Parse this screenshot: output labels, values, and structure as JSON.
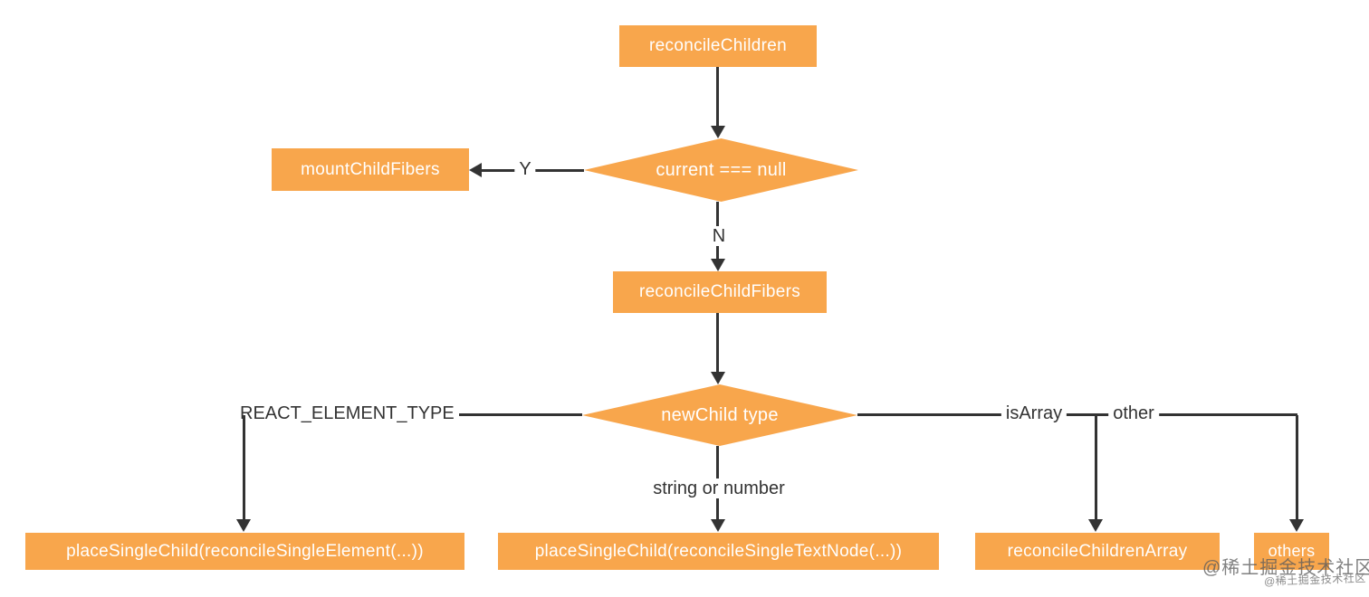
{
  "colors": {
    "node_fill": "#F8A64C",
    "node_text": "#FFFFFF",
    "connector": "#333333",
    "edge_label_text": "#333333",
    "background": "#FFFFFF",
    "watermark": "#8C8C8C"
  },
  "nodes": {
    "reconcile_children": "reconcileChildren",
    "current_null": "current === null",
    "mount_child_fibers": "mountChildFibers",
    "reconcile_child_fibers": "reconcileChildFibers",
    "new_child_type": "newChild type",
    "place_single_child_element": "placeSingleChild(reconcileSingleElement(...))",
    "place_single_child_textnode": "placeSingleChild(reconcileSingleTextNode(...))",
    "reconcile_children_array": "reconcileChildrenArray",
    "others": "others"
  },
  "edge_labels": {
    "yes": "Y",
    "no": "N",
    "react_element_type": "REACT_ELEMENT_TYPE",
    "string_or_number": "string or number",
    "is_array": "isArray",
    "other": "other"
  },
  "watermark": {
    "large": "@稀土掘金技术社区",
    "small": "@稀土掘金技术社区"
  }
}
